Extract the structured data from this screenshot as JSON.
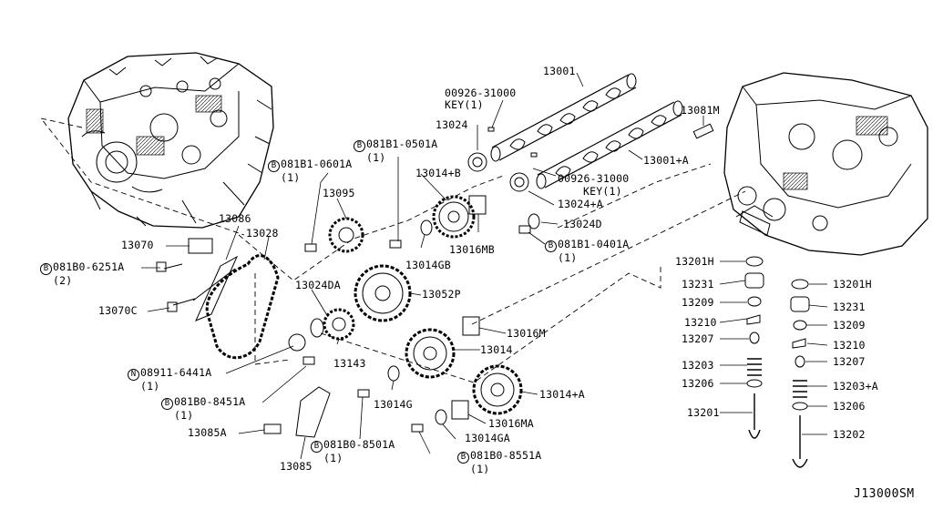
{
  "diagram_code": "J13000SM",
  "parts": {
    "p13001": "13001",
    "p13001A": "13001+A",
    "key1": "00926-31000",
    "key1_note": "KEY(1)",
    "key2": "00926-31000",
    "key2_note": "KEY(1)",
    "p13024": "13024",
    "p13024A": "13024+A",
    "p13024D": "13024D",
    "p13024DA": "13024DA",
    "p13081M": "13081M",
    "b0501_badge": "B",
    "b0501": "081B1-0501A",
    "b0501_qty": "(1)",
    "b0601_badge": "B",
    "b0601": "081B1-0601A",
    "b0601_qty": "(1)",
    "p13014B": "13014+B",
    "p13095": "13095",
    "p13086": "13086",
    "p13028": "13028",
    "p13070": "13070",
    "b6251_badge": "B",
    "b6251": "081B0-6251A",
    "b6251_qty": "(2)",
    "p13070C": "13070C",
    "p13016MB": "13016MB",
    "p13014GB": "13014GB",
    "b0401_badge": "B",
    "b0401": "081B1-0401A",
    "b0401_qty": "(1)",
    "p13052P": "13052P",
    "p13016M": "13016M",
    "p13014": "13014",
    "n6441_badge": "N",
    "n6441": "08911-6441A",
    "n6441_qty": "(1)",
    "p13143": "13143",
    "b8451_badge": "B",
    "b8451": "081B0-8451A",
    "b8451_qty": "(1)",
    "p13014G": "13014G",
    "p13014A": "13014+A",
    "p13016MA": "13016MA",
    "p13014GA": "13014GA",
    "p13085A": "13085A",
    "p13085": "13085",
    "b8501_badge": "B",
    "b8501": "081B0-8501A",
    "b8501_qty": "(1)",
    "b8551_badge": "B",
    "b8551": "081B0-8551A",
    "b8551_qty": "(1)"
  },
  "valve_left": {
    "p13201H": "13201H",
    "p13231": "13231",
    "p13209": "13209",
    "p13210": "13210",
    "p13207": "13207",
    "p13203": "13203",
    "p13206": "13206",
    "p13201": "13201"
  },
  "valve_right": {
    "p13201H": "13201H",
    "p13231": "13231",
    "p13209": "13209",
    "p13210": "13210",
    "p13207": "13207",
    "p13203A": "13203+A",
    "p13206": "13206",
    "p13202": "13202"
  }
}
